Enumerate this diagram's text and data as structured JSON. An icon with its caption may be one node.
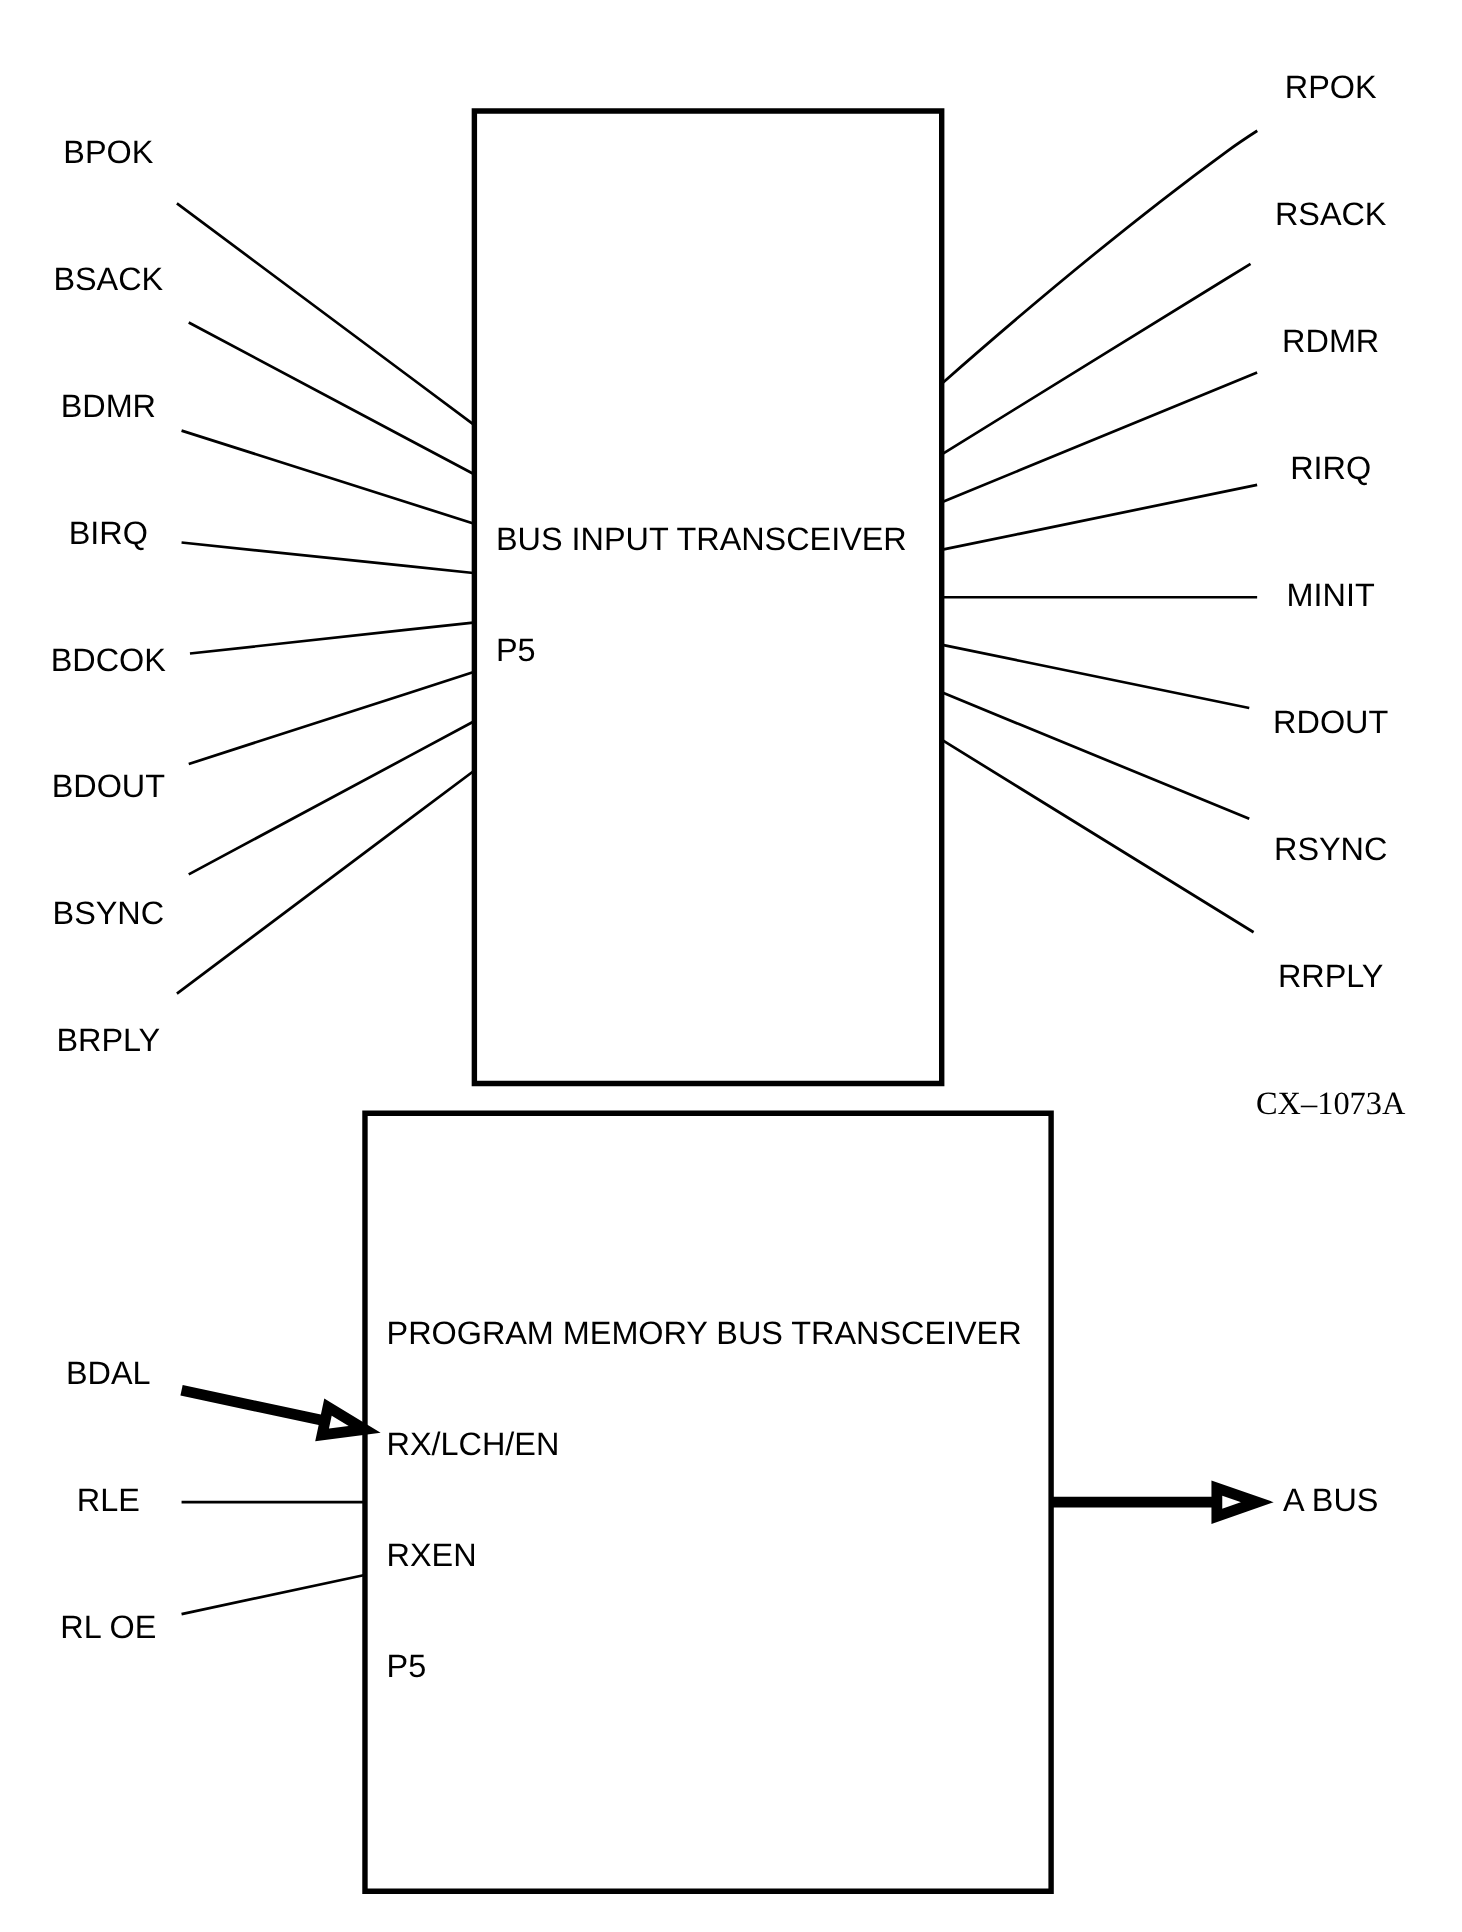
{
  "diagram": {
    "nodes": [
      {
        "text": [
          "BDAL"
        ]
      },
      {
        "text": [
          "PROGRAM MEMORY BUS TRANSCEIVER",
          "RX/LCH/EN",
          "RXEN",
          "P5"
        ]
      },
      {
        "text": [
          "A BUS"
        ]
      },
      {
        "text": [
          "RLE"
        ]
      },
      {
        "text": [
          "RL OE"
        ]
      },
      {
        "text": [
          "BUS INPUT TRANSCEIVER",
          "P5"
        ]
      },
      {
        "text": [
          "BPOK"
        ]
      },
      {
        "text": [
          "BSACK"
        ]
      },
      {
        "text": [
          "BDMR"
        ]
      },
      {
        "text": [
          "BIRQ"
        ]
      },
      {
        "text": [
          "BDCOK"
        ]
      },
      {
        "text": [
          "BDOUT"
        ]
      },
      {
        "text": [
          "BSYNC"
        ]
      },
      {
        "text": [
          "BRPLY"
        ]
      },
      {
        "text": [
          "RPOK"
        ]
      },
      {
        "text": [
          "RSACK"
        ]
      },
      {
        "text": [
          "RDMR"
        ]
      },
      {
        "text": [
          "RIRQ"
        ]
      },
      {
        "text": [
          "MINIT"
        ]
      },
      {
        "text": [
          "RDOUT"
        ]
      },
      {
        "text": [
          "RSYNC"
        ]
      },
      {
        "text": [
          "RRPLY"
        ]
      }
    ],
    "edges": [
      {
        "from": 0,
        "to": 1,
        "arrow": "to",
        "style": "thick"
      },
      {
        "from": 1,
        "to": 2,
        "arrow": "to",
        "style": "thick"
      },
      {
        "from": 3,
        "to": 1,
        "arrow": "none"
      },
      {
        "from": 4,
        "to": 1,
        "arrow": "none"
      },
      {
        "from": 6,
        "to": 5,
        "arrow": "none"
      },
      {
        "from": 7,
        "to": 5,
        "arrow": "none"
      },
      {
        "from": 8,
        "to": 5,
        "arrow": "none"
      },
      {
        "from": 9,
        "to": 5,
        "arrow": "none"
      },
      {
        "from": 10,
        "to": 5,
        "arrow": "none"
      },
      {
        "from": 11,
        "to": 5,
        "arrow": "none"
      },
      {
        "from": 12,
        "to": 5,
        "arrow": "none"
      },
      {
        "from": 13,
        "to": 5,
        "arrow": "none"
      },
      {
        "from": 5,
        "to": 14,
        "arrow": "none"
      },
      {
        "from": 5,
        "to": 15,
        "arrow": "none"
      },
      {
        "from": 5,
        "to": 16,
        "arrow": "none"
      },
      {
        "from": 5,
        "to": 17,
        "arrow": "none"
      },
      {
        "from": 5,
        "to": 18,
        "arrow": "none"
      },
      {
        "from": 5,
        "to": 19,
        "arrow": "none"
      },
      {
        "from": 5,
        "to": 20,
        "arrow": "none"
      },
      {
        "from": 5,
        "to": 21,
        "arrow": "none"
      }
    ],
    "labels": [
      "CX–1073A"
    ]
  }
}
